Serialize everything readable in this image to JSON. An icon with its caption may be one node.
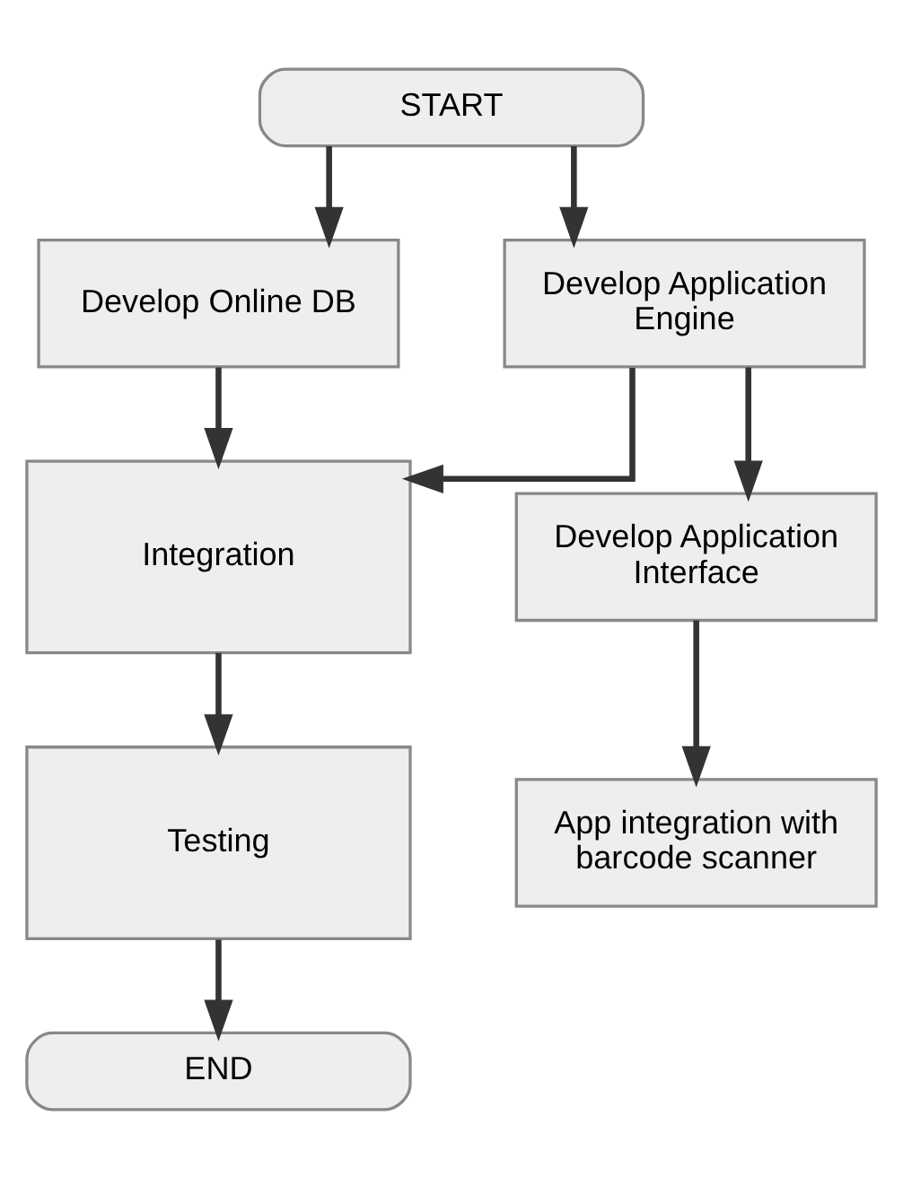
{
  "diagram": {
    "nodes": [
      {
        "text": [
          "START"
        ]
      },
      {
        "text": [
          "Develop Online DB"
        ]
      },
      {
        "text": [
          "Develop Application Engine"
        ]
      },
      {
        "text": [
          "Integration"
        ]
      },
      {
        "text": [
          "Develop Application Interface"
        ]
      },
      {
        "text": [
          "App integration with barcode scanner"
        ]
      },
      {
        "text": [
          "Testing"
        ]
      },
      {
        "text": [
          "END"
        ]
      }
    ],
    "edges": [
      {
        "from": 0,
        "to": 1,
        "arrow": "to"
      },
      {
        "from": 0,
        "to": 2,
        "arrow": "to"
      },
      {
        "from": 1,
        "to": 3,
        "arrow": "to"
      },
      {
        "from": 2,
        "to": 3,
        "arrow": "to"
      },
      {
        "from": 2,
        "to": 4,
        "arrow": "to"
      },
      {
        "from": 4,
        "to": 5,
        "arrow": "to"
      },
      {
        "from": 3,
        "to": 6,
        "arrow": "to"
      },
      {
        "from": 6,
        "to": 7,
        "arrow": "to"
      }
    ]
  }
}
